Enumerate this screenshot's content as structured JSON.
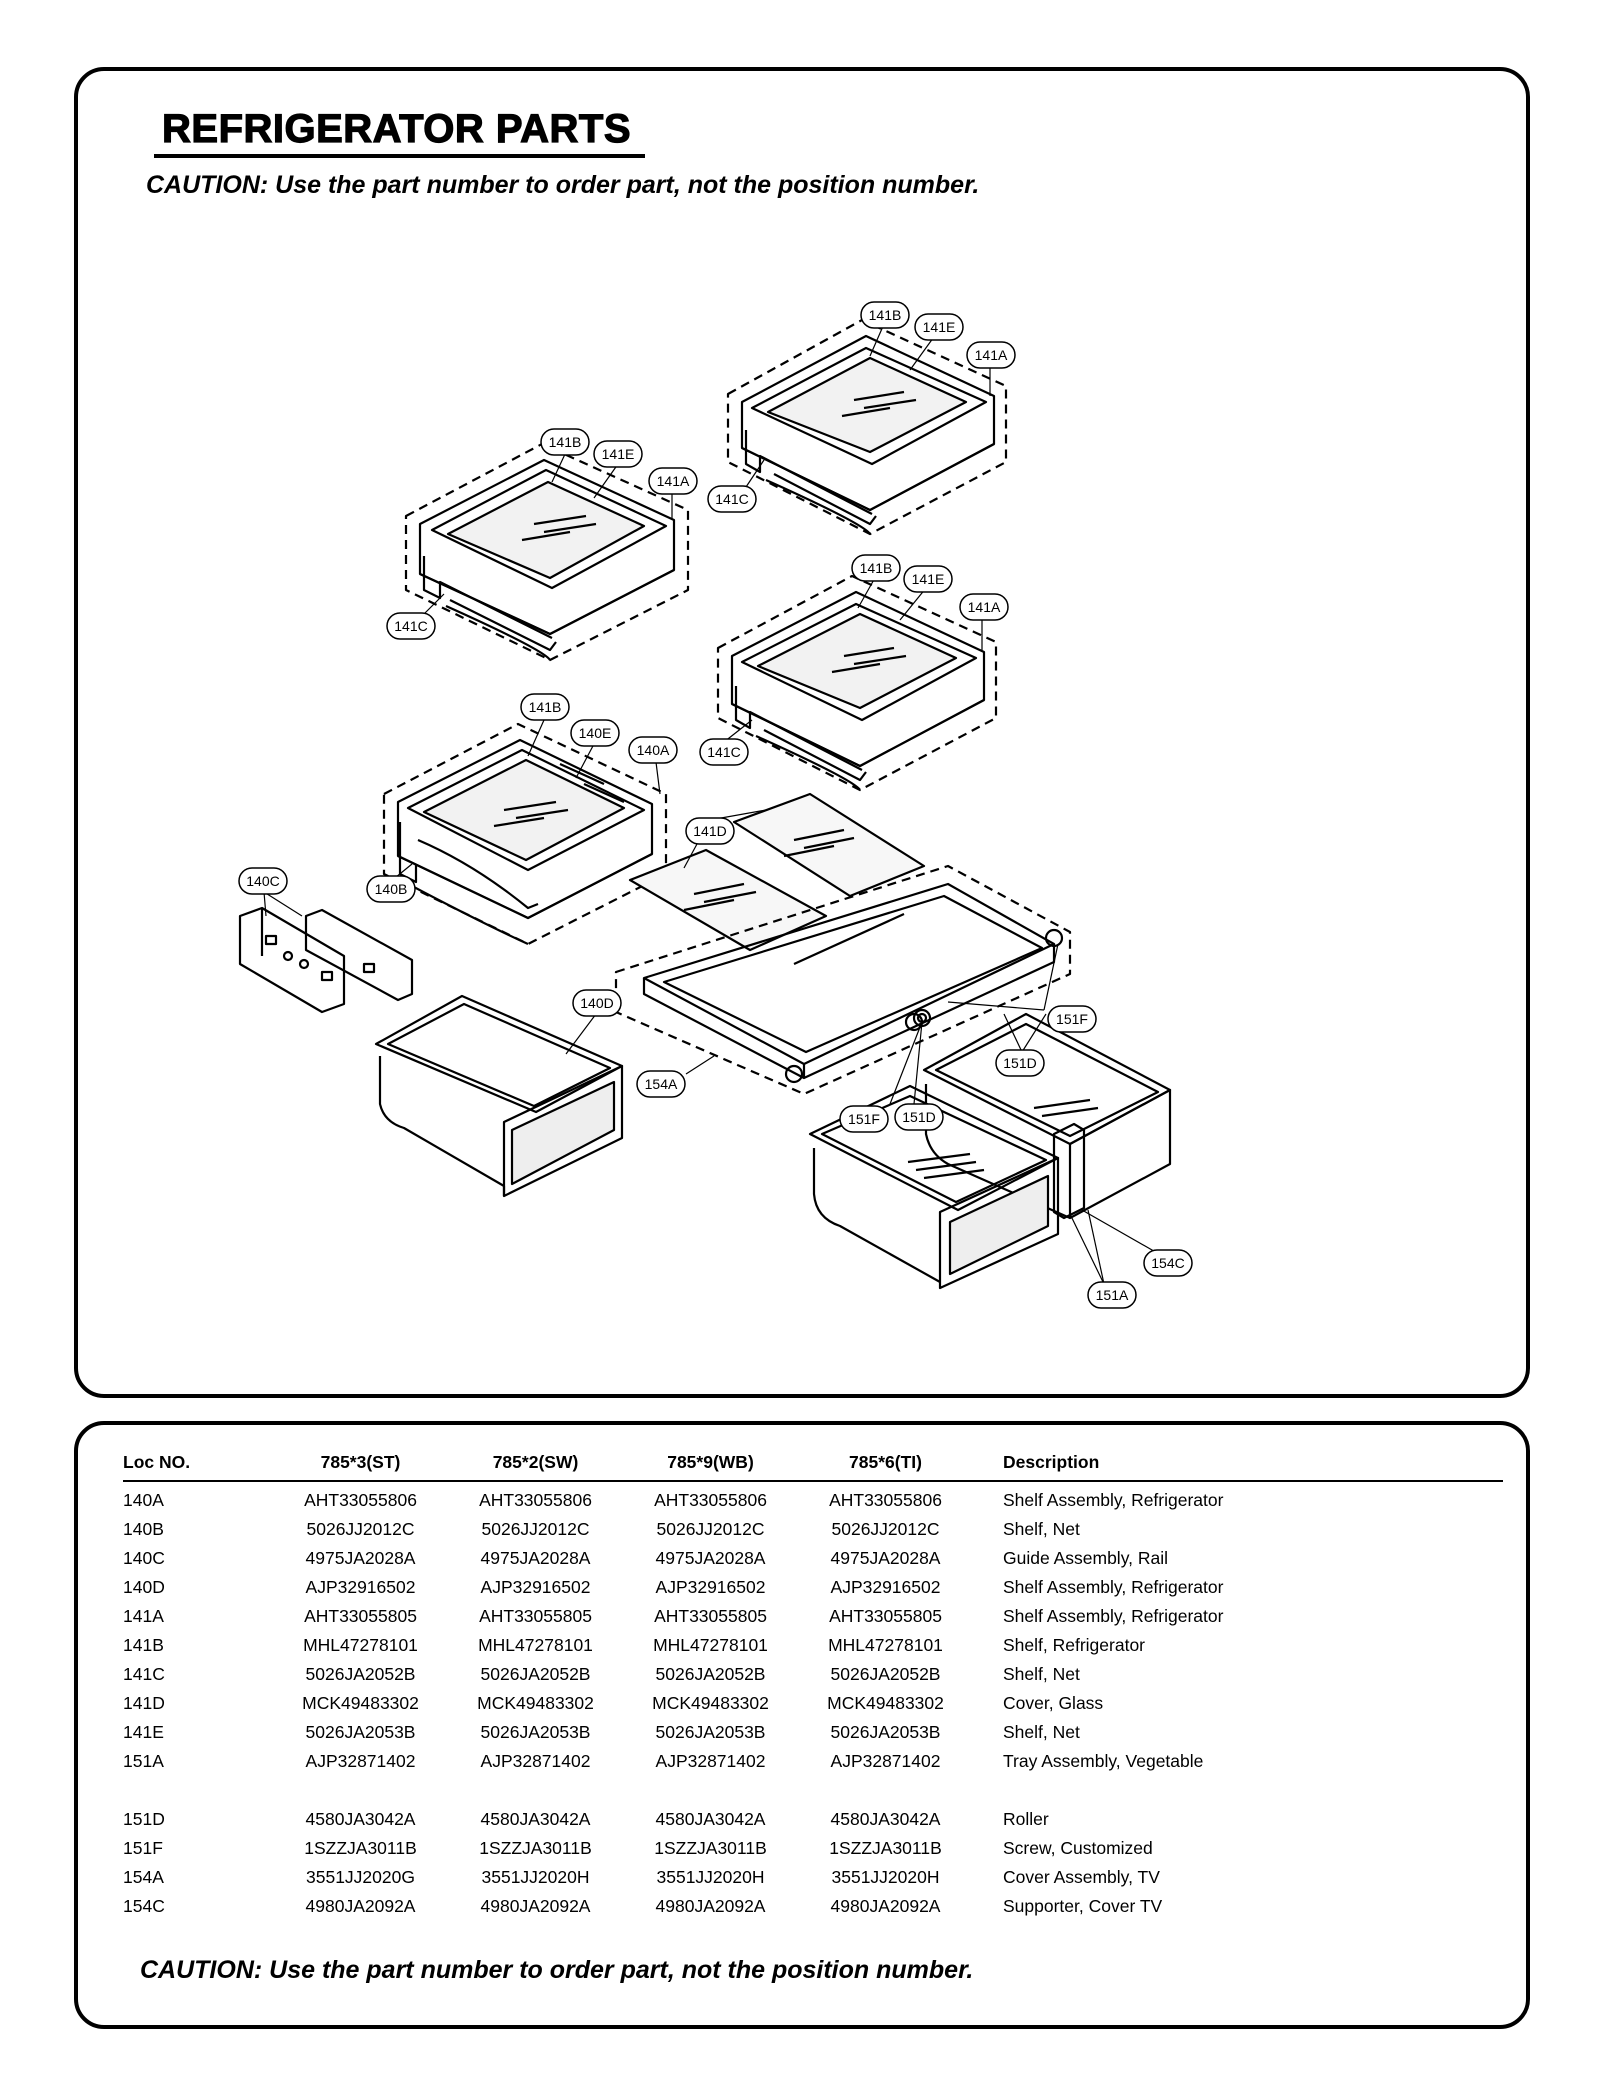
{
  "header": {
    "title": "REFRIGERATOR PARTS",
    "caution": "CAUTION: Use the part number to order part, not the position number."
  },
  "diagram": {
    "callouts": [
      "141B",
      "141E",
      "141A",
      "141C",
      "141B",
      "141E",
      "141A",
      "141C",
      "141B",
      "141E",
      "141A",
      "141C",
      "141B",
      "140E",
      "140A",
      "140B",
      "140C",
      "141D",
      "140D",
      "154A",
      "151F",
      "151D",
      "151F",
      "151D",
      "154C",
      "151A"
    ]
  },
  "table": {
    "headers": [
      "Loc NO.",
      "785*3(ST)",
      "785*2(SW)",
      "785*9(WB)",
      "785*6(TI)",
      "Description"
    ],
    "rows": [
      [
        "140A",
        "AHT33055806",
        "AHT33055806",
        "AHT33055806",
        "AHT33055806",
        "Shelf Assembly, Refrigerator"
      ],
      [
        "140B",
        "5026JJ2012C",
        "5026JJ2012C",
        "5026JJ2012C",
        "5026JJ2012C",
        "Shelf, Net"
      ],
      [
        "140C",
        "4975JA2028A",
        "4975JA2028A",
        "4975JA2028A",
        "4975JA2028A",
        "Guide Assembly, Rail"
      ],
      [
        "140D",
        "AJP32916502",
        "AJP32916502",
        "AJP32916502",
        "AJP32916502",
        "Shelf Assembly, Refrigerator"
      ],
      [
        "141A",
        "AHT33055805",
        "AHT33055805",
        "AHT33055805",
        "AHT33055805",
        "Shelf Assembly, Refrigerator"
      ],
      [
        "141B",
        "MHL47278101",
        "MHL47278101",
        "MHL47278101",
        "MHL47278101",
        "Shelf, Refrigerator"
      ],
      [
        "141C",
        "5026JA2052B",
        "5026JA2052B",
        "5026JA2052B",
        "5026JA2052B",
        "Shelf, Net"
      ],
      [
        "141D",
        "MCK49483302",
        "MCK49483302",
        "MCK49483302",
        "MCK49483302",
        "Cover, Glass"
      ],
      [
        "141E",
        "5026JA2053B",
        "5026JA2053B",
        "5026JA2053B",
        "5026JA2053B",
        "Shelf, Net"
      ],
      [
        "151A",
        "AJP32871402",
        "AJP32871402",
        "AJP32871402",
        "AJP32871402",
        "Tray Assembly, Vegetable"
      ],
      [
        "151D",
        "4580JA3042A",
        "4580JA3042A",
        "4580JA3042A",
        "4580JA3042A",
        "Roller"
      ],
      [
        "151F",
        "1SZZJA3011B",
        "1SZZJA3011B",
        "1SZZJA3011B",
        "1SZZJA3011B",
        "Screw, Customized"
      ],
      [
        "154A",
        "3551JJ2020G",
        "3551JJ2020H",
        "3551JJ2020H",
        "3551JJ2020H",
        "Cover Assembly, TV"
      ],
      [
        "154C",
        "4980JA2092A",
        "4980JA2092A",
        "4980JA2092A",
        "4980JA2092A",
        "Supporter, Cover TV"
      ]
    ],
    "caution": "CAUTION: Use the part number to order part, not the position number."
  }
}
